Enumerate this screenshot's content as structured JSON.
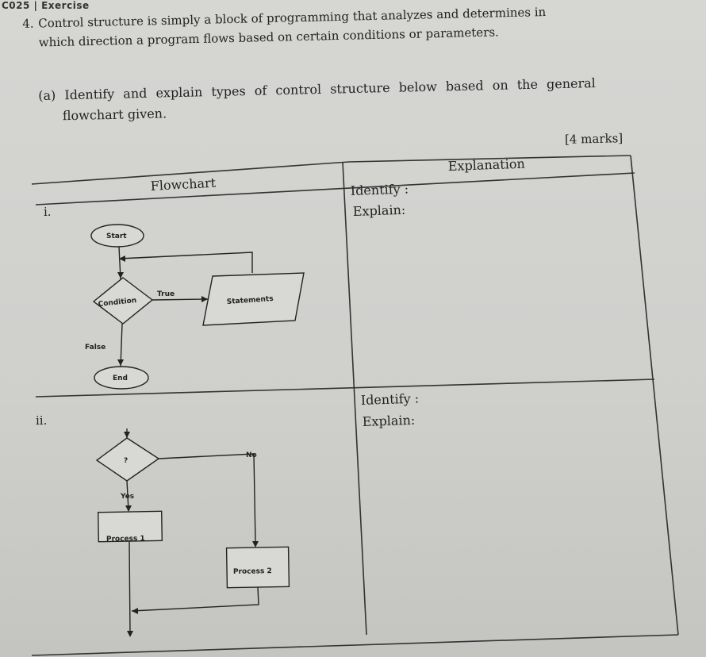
{
  "header": "C025 | Exercise",
  "question": {
    "number": "4.",
    "line1": "Control structure is simply a block of programming that analyzes and determines in",
    "line2": "which direction a program flows based on certain conditions or parameters."
  },
  "part_a": {
    "line1": "(a) Identify and explain types of control structure below based on the general",
    "line2": "flowchart given.",
    "marks": "[4 marks]"
  },
  "table": {
    "col1_header": "Flowchart",
    "col2_header": "Explanation",
    "rows": [
      {
        "number": "i.",
        "identify": "Identify :",
        "explain": "Explain:"
      },
      {
        "number": "ii.",
        "identify": "Identify :",
        "explain": "Explain:"
      }
    ]
  },
  "flowchart1": {
    "start": "Start",
    "condition": "Condition",
    "true_label": "True",
    "statements": "Statements",
    "false_label": "False",
    "end": "End"
  },
  "flowchart2": {
    "decision": "?",
    "no_label": "No",
    "yes_label": "Yes",
    "process1": "Process 1",
    "process2": "Process 2"
  }
}
